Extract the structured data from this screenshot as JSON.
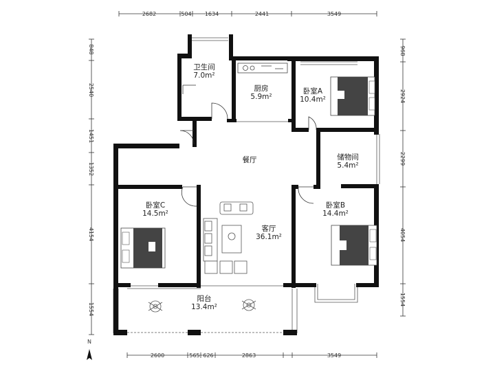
{
  "dimensions": {
    "top": [
      "2682",
      "504",
      "1634",
      "2441",
      "3549"
    ],
    "bottom": [
      "2600",
      "565",
      "626",
      "2863",
      "3549"
    ],
    "left": [
      "848",
      "2540",
      "1451",
      "1352",
      "4154",
      "1554"
    ],
    "right": [
      "968",
      "2924",
      "2299",
      "4054",
      "1554"
    ]
  },
  "rooms": {
    "bathroom": {
      "name": "卫生间",
      "area": "7.0m²"
    },
    "kitchen": {
      "name": "厨房",
      "area": "5.9m²"
    },
    "bedroom_a": {
      "name": "卧室A",
      "area": "10.4m²"
    },
    "storage": {
      "name": "储物间",
      "area": "5.4m²"
    },
    "dining": {
      "name": "餐厅"
    },
    "bedroom_c": {
      "name": "卧室C",
      "area": "14.5m²"
    },
    "living": {
      "name": "客厅",
      "area": "36.1m²"
    },
    "bedroom_b": {
      "name": "卧室B",
      "area": "14.4m²"
    },
    "balcony": {
      "name": "阳台",
      "area": "13.4m²"
    }
  },
  "compass": "N",
  "colors": {
    "wall": "#111111",
    "bed": "#444444",
    "line": "#555555"
  }
}
